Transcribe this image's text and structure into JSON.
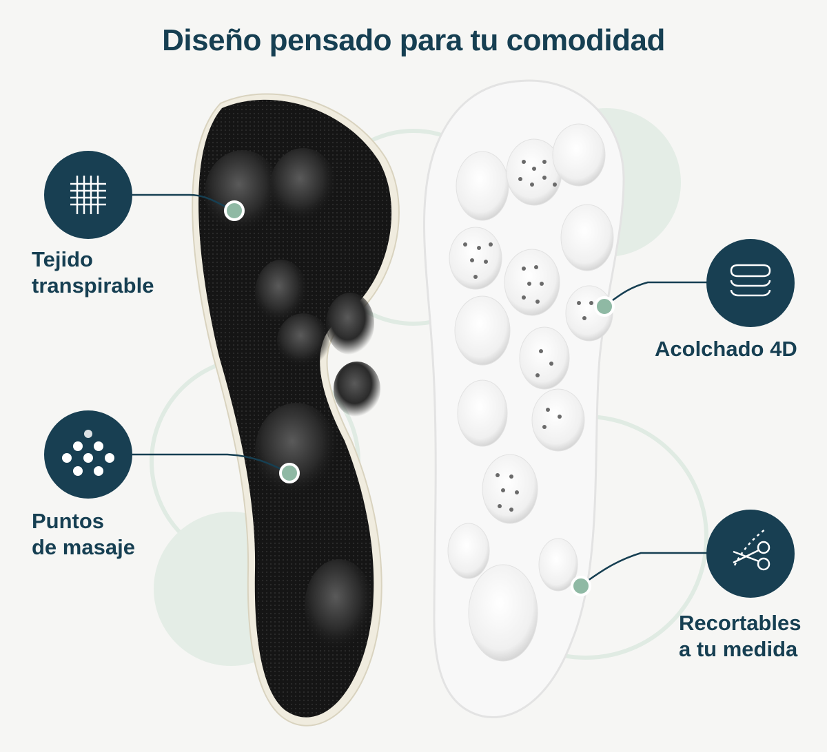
{
  "title": "Diseño pensado para tu comodidad",
  "features": {
    "breathable": {
      "line1": "Tejido",
      "line2": "transpirable",
      "icon": "grid-mesh-icon"
    },
    "massage": {
      "line1": "Puntos",
      "line2": "de masaje",
      "icon": "dots-icon"
    },
    "padding": {
      "line1": "Acolchado 4D",
      "icon": "layers-icon"
    },
    "trimmable": {
      "line1": "Recortables",
      "line2": "a tu medida",
      "icon": "scissors-icon"
    }
  },
  "colors": {
    "navy": "#163f52",
    "mint": "#8fb9a4",
    "mint_light": "#e4ede6",
    "background": "#f6f6f4"
  }
}
